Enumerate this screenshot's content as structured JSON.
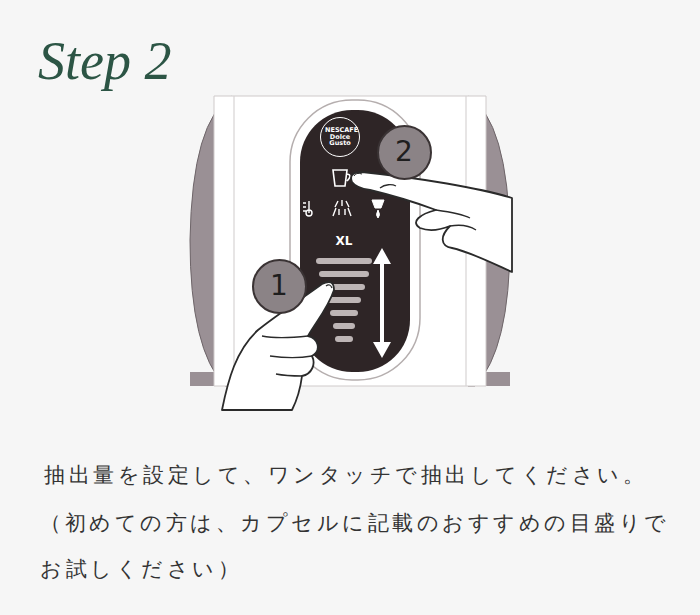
{
  "diagram": {
    "title": "Step 2",
    "caption": "抽出量を設定して、ワンタッチで抽出してください。",
    "nodes": [
      {
        "text": [
          "NESCAFÉ Dolce Gusto"
        ]
      },
      {
        "text": [
          "2"
        ]
      },
      {
        "text": [
          "1"
        ]
      }
    ],
    "labels": [
      "XL",
      "（初めての方は、カプセルに記載のおすすめの目盛りでお試しください）"
    ]
  }
}
